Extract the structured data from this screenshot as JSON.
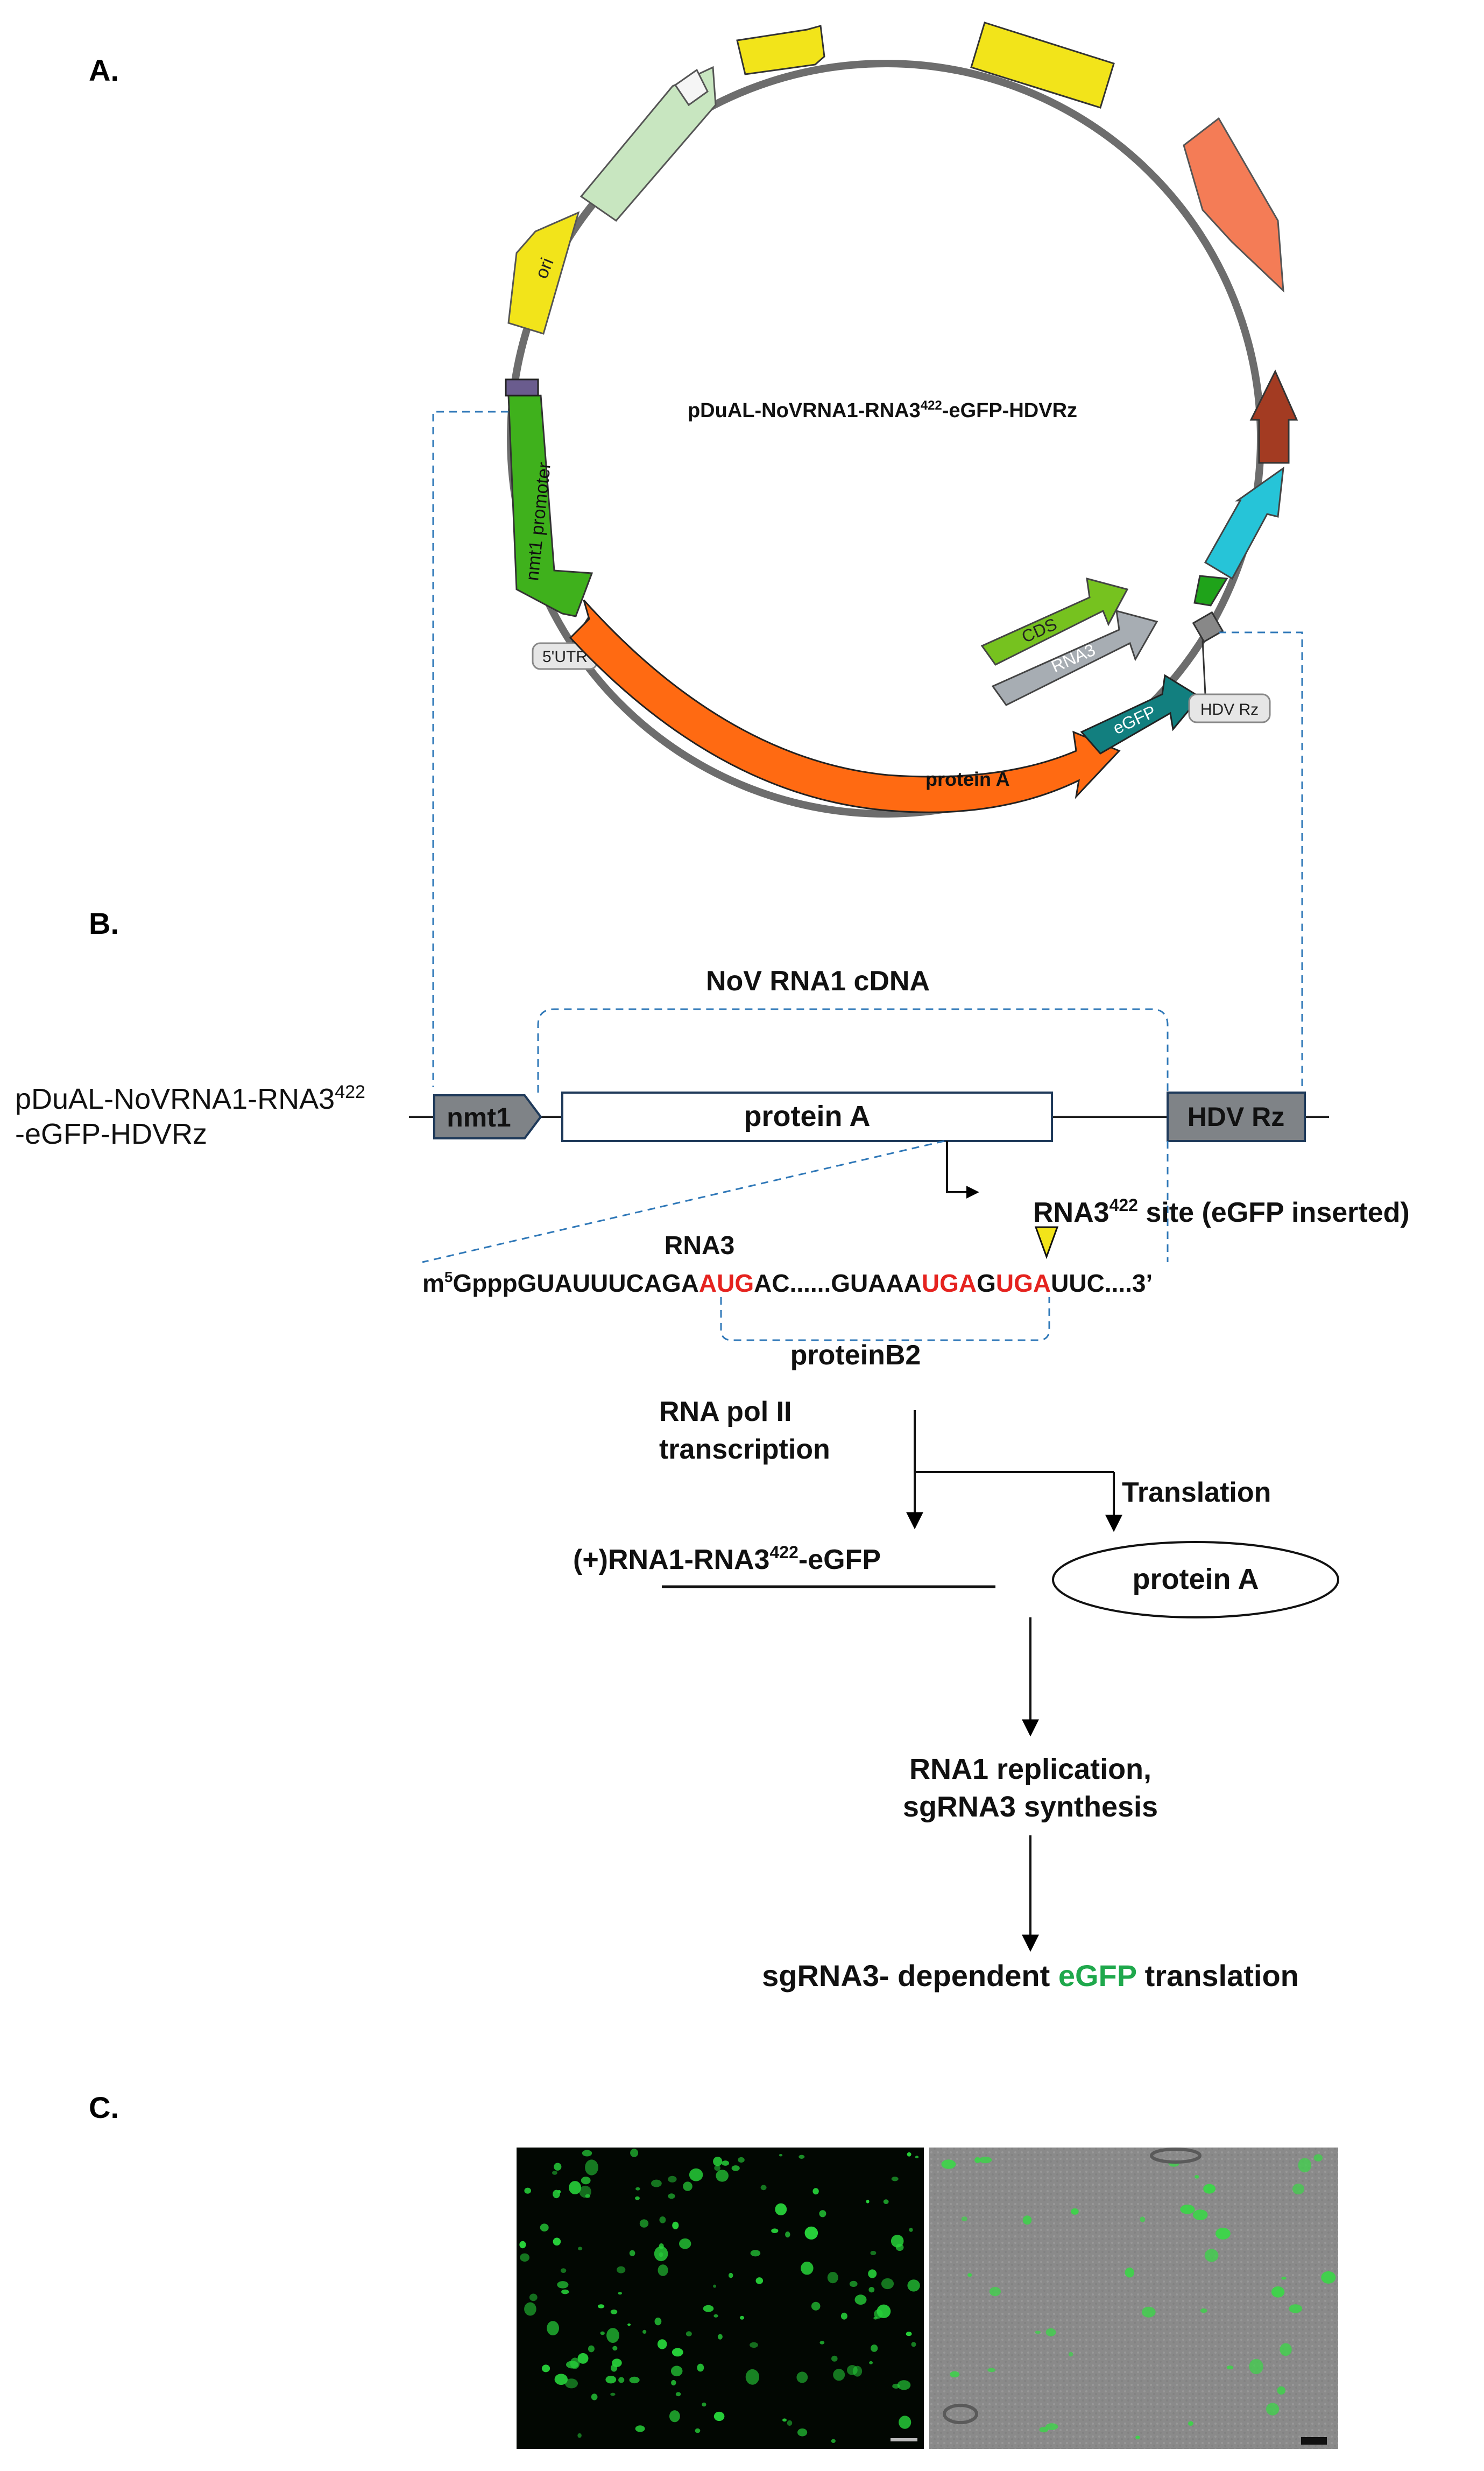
{
  "panels": {
    "a": "A.",
    "b": "B.",
    "c": "C."
  },
  "plasmid": {
    "name_prefix": "pDuAL-NoVRNA1-RNA3",
    "name_sup": "422",
    "name_suffix": "-eGFP-HDVRz",
    "features": {
      "ori": "ori",
      "nmt1_promoter": "nmt1 promoter",
      "utr5": "5'UTR",
      "protein_a": "protein A",
      "egfp": "eGFP",
      "rna3": "RNA3",
      "cds": "CDS",
      "hdv_rz": "HDV Rz"
    },
    "colors": {
      "backbone": "#6d6d6d",
      "yellow": "#f2e41a",
      "light_green": "#c8e6c0",
      "salmon": "#f47c56",
      "brown": "#a33b22",
      "cyan": "#26c4d8",
      "green": "#1fa31a",
      "promoter": "#3fb11c",
      "orange": "#ff6a12",
      "teal": "#127f7f",
      "gray_arrow": "#a7adb3",
      "cds": "#76c21f"
    }
  },
  "construct": {
    "label_line1_prefix": "pDuAL-NoVRNA1-RNA3",
    "label_line1_sup": "422",
    "label_line2": "-eGFP-HDVRz",
    "cdna_label": "NoV RNA1 cDNA",
    "nmt1": "nmt1",
    "protein_a": "protein A",
    "hdv_rz": "HDV Rz",
    "insert_site_prefix": "RNA3",
    "insert_site_sup": "422",
    "insert_site_suffix": " site (eGFP inserted)",
    "rna3_label": "RNA3",
    "sequence": {
      "cap_m": "m",
      "cap_sup": "5",
      "s1": "GpppGUAUUUCAGA",
      "aug": "AUG",
      "s2": "AC......GUAAA",
      "uga1": "UGA",
      "s3": "G",
      "uga2": "UGA",
      "s4": "UUC....3’"
    },
    "protein_b2": "proteinB2"
  },
  "flow": {
    "transcription_line1": "RNA pol II",
    "transcription_line2": "transcription",
    "translation": "Translation",
    "product_prefix": "(+)RNA1-RNA3",
    "product_sup": "422",
    "product_suffix": "-eGFP",
    "protein_a": "protein A",
    "replication_line1": "RNA1 replication,",
    "replication_line2": "sgRNA3 synthesis",
    "final_prefix": "sgRNA3- dependent ",
    "final_egfp": "eGFP",
    "final_suffix": " translation"
  },
  "colors": {
    "stop_codon_red": "#e5231f",
    "egfp_green": "#1fa84c",
    "dashed_blue": "#2f78b8",
    "box_gray": "#7f8387",
    "box_border": "#1f3a5a"
  }
}
